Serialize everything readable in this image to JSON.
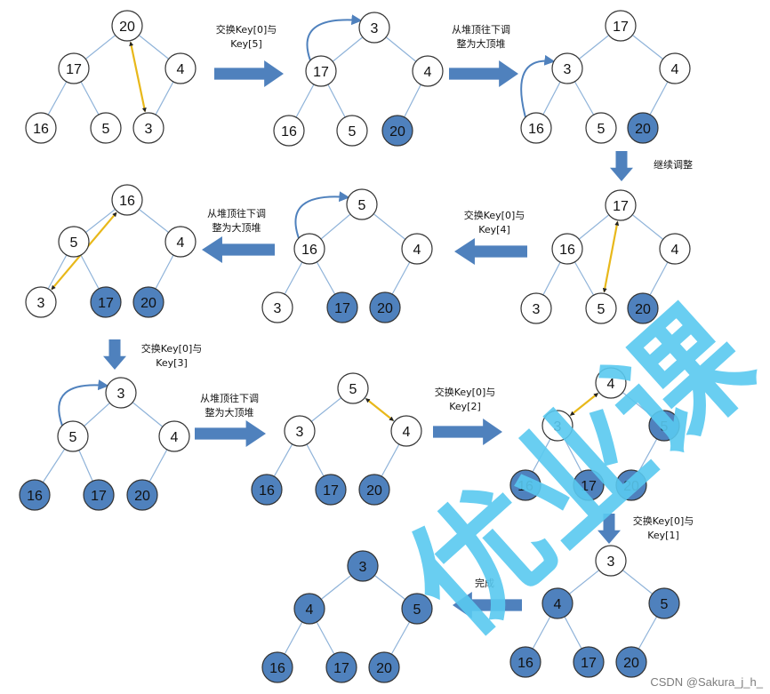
{
  "diagram": {
    "heaps": [
      {
        "id": "h1",
        "nodes": [
          "20",
          "17",
          "4",
          "16",
          "5",
          "3"
        ],
        "sorted": []
      },
      {
        "id": "h2",
        "nodes": [
          "3",
          "17",
          "4",
          "16",
          "5",
          "20"
        ],
        "sorted": [
          5
        ]
      },
      {
        "id": "h3",
        "nodes": [
          "17",
          "3",
          "4",
          "16",
          "5",
          "20"
        ],
        "sorted": [
          5
        ]
      },
      {
        "id": "h4",
        "nodes": [
          "17",
          "16",
          "4",
          "3",
          "5",
          "20"
        ],
        "sorted": [
          5
        ]
      },
      {
        "id": "h5",
        "nodes": [
          "5",
          "16",
          "4",
          "3",
          "17",
          "20"
        ],
        "sorted": [
          4,
          5
        ]
      },
      {
        "id": "h6",
        "nodes": [
          "16",
          "5",
          "4",
          "3",
          "17",
          "20"
        ],
        "sorted": [
          4,
          5
        ]
      },
      {
        "id": "h7",
        "nodes": [
          "3",
          "5",
          "4",
          "16",
          "17",
          "20"
        ],
        "sorted": [
          3,
          4,
          5
        ]
      },
      {
        "id": "h8",
        "nodes": [
          "5",
          "3",
          "4",
          "16",
          "17",
          "20"
        ],
        "sorted": [
          3,
          4,
          5
        ]
      },
      {
        "id": "h9",
        "nodes": [
          "4",
          "3",
          "5",
          "16",
          "17",
          "20"
        ],
        "sorted": [
          2,
          3,
          4,
          5
        ]
      },
      {
        "id": "h10",
        "nodes": [
          "3",
          "4",
          "5",
          "16",
          "17",
          "20"
        ],
        "sorted": [
          1,
          2,
          3,
          4,
          5
        ]
      },
      {
        "id": "h11",
        "nodes": [
          "3",
          "4",
          "5",
          "16",
          "17",
          "20"
        ],
        "sorted": [
          0,
          1,
          2,
          3,
          4,
          5
        ]
      }
    ],
    "step_labels": [
      {
        "id": "s1",
        "lines": [
          "交换Key[0]与",
          "Key[5]"
        ]
      },
      {
        "id": "s2",
        "lines": [
          "从堆顶往下调",
          "整为大顶堆"
        ]
      },
      {
        "id": "s3",
        "lines": [
          "继续调整"
        ]
      },
      {
        "id": "s4",
        "lines": [
          "交换Key[0]与",
          "Key[4]"
        ]
      },
      {
        "id": "s5",
        "lines": [
          "从堆顶往下调",
          "整为大顶堆"
        ]
      },
      {
        "id": "s6",
        "lines": [
          "交换Key[0]与",
          "Key[3]"
        ]
      },
      {
        "id": "s7",
        "lines": [
          "从堆顶往下调",
          "整为大顶堆"
        ]
      },
      {
        "id": "s8",
        "lines": [
          "交换Key[0]与",
          "Key[2]"
        ]
      },
      {
        "id": "s9",
        "lines": [
          "交换Key[0]与",
          "Key[1]"
        ]
      },
      {
        "id": "s10",
        "lines": [
          "完成"
        ]
      }
    ]
  },
  "watermark": "优业课",
  "credit": "CSDN @Sakura_j_h_",
  "colors": {
    "node_fill": "#ffffff",
    "sorted_fill": "#4f81bd",
    "node_stroke": "#333333",
    "edge": "#8fb3d9",
    "arrow_fill": "#4f81bd",
    "swap_line": "#e8b81a",
    "curve": "#4f81bd",
    "watermark": "#59c9f0"
  }
}
